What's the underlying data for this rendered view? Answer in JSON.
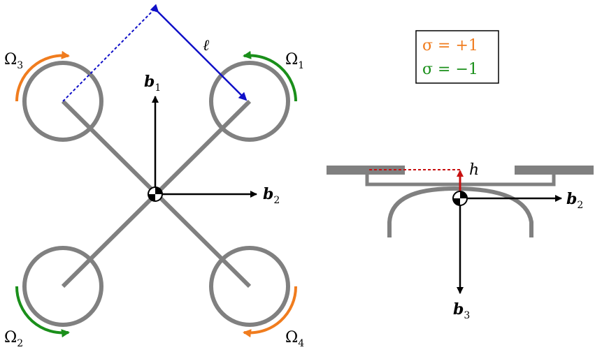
{
  "labels": {
    "omega1": "Ω",
    "omega1_sub": "1",
    "omega2": "Ω",
    "omega2_sub": "2",
    "omega3": "Ω",
    "omega3_sub": "3",
    "omega4": "Ω",
    "omega4_sub": "4",
    "b1": "b",
    "b1_sub": "1",
    "b2_top": "b",
    "b2_top_sub": "2",
    "b2_side": "b",
    "b2_side_sub": "2",
    "b3": "b",
    "b3_sub": "3",
    "arm_length": "ℓ",
    "height": "h"
  },
  "legend": {
    "plus": "σ = +1",
    "minus": "σ = −1"
  },
  "colors": {
    "frame": "#808080",
    "orange": "#f07c1e",
    "green": "#1a8f1a",
    "blue": "#1010c8",
    "red": "#c81010",
    "black": "#000000"
  }
}
